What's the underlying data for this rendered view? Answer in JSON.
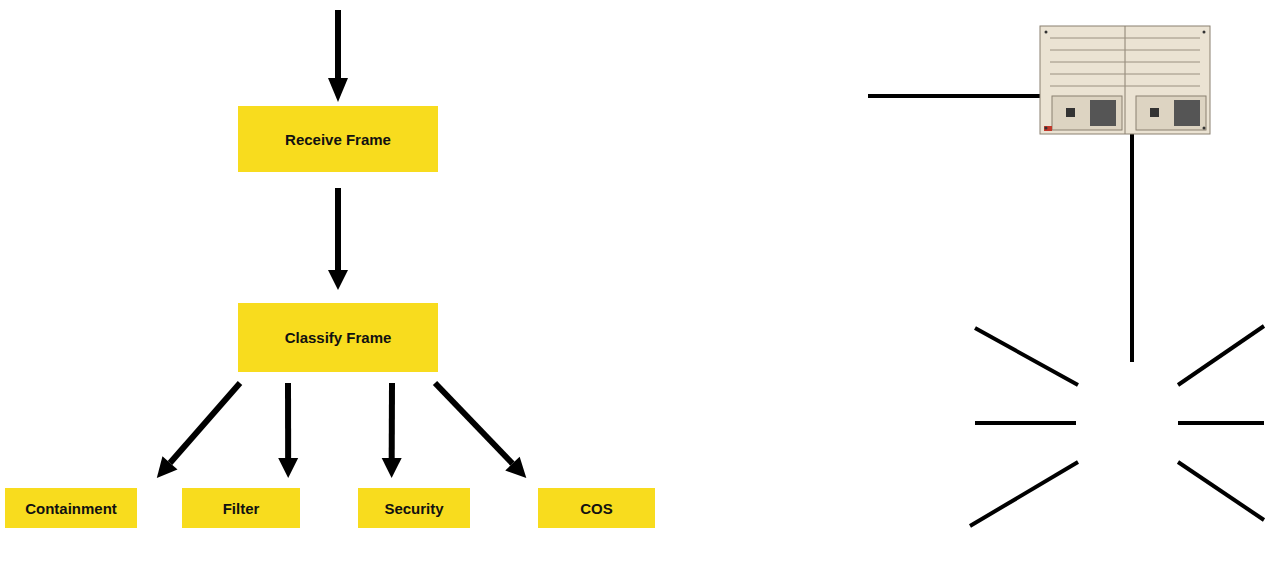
{
  "diagram": {
    "nodes": [
      {
        "text": [
          "Receive Frame"
        ]
      },
      {
        "text": [
          "Classify Frame"
        ]
      },
      {
        "text": [
          "Containment"
        ]
      },
      {
        "text": [
          "Filter"
        ]
      },
      {
        "text": [
          "Security"
        ]
      },
      {
        "text": [
          "COS"
        ]
      }
    ],
    "edges": [
      {
        "from": 0,
        "to": 1,
        "arrow": "to"
      },
      {
        "from": 1,
        "to": 2,
        "arrow": "to"
      },
      {
        "from": 1,
        "to": 3,
        "arrow": "to"
      },
      {
        "from": 1,
        "to": 4,
        "arrow": "to"
      },
      {
        "from": 1,
        "to": 5,
        "arrow": "to"
      }
    ]
  }
}
